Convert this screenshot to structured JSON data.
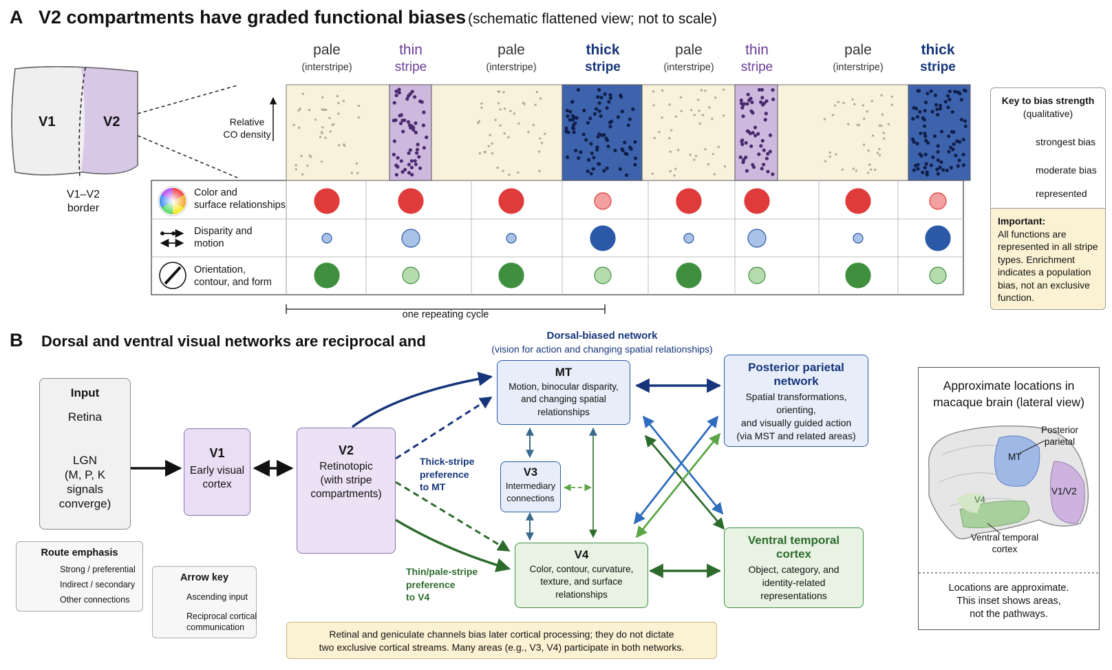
{
  "panel_a": {
    "letter": "A",
    "title": "V2 compartments have graded functional biases",
    "subtitle": "(schematic flattened view; not to scale)",
    "brain_labels": {
      "v1": "V1",
      "v2": "V2",
      "border_line1": "V1–V2",
      "border_line2": "border"
    },
    "columns": [
      {
        "line1": "pale",
        "line2": "(interstripe)",
        "kind": "pale"
      },
      {
        "line1": "thin",
        "line2": "stripe",
        "kind": "thin"
      },
      {
        "line1": "pale",
        "line2": "(interstripe)",
        "kind": "pale"
      },
      {
        "line1": "thick",
        "line2": "stripe",
        "kind": "thick"
      },
      {
        "line1": "pale",
        "line2": "(interstripe)",
        "kind": "pale"
      },
      {
        "line1": "thin",
        "line2": "stripe",
        "kind": "thin"
      },
      {
        "line1": "pale",
        "line2": "(interstripe)",
        "kind": "pale"
      },
      {
        "line1": "thick",
        "line2": "stripe",
        "kind": "thick"
      }
    ],
    "co_label": {
      "line1": "Relative",
      "line2": "CO density"
    },
    "rows": [
      {
        "line1": "Color and",
        "line2": "surface relationships",
        "icon": "color-wheel-icon",
        "color": "#e03b3b",
        "light": "#f2a0a0",
        "strength": [
          "strong",
          "strong",
          "strong",
          "represented",
          "strong",
          "strong",
          "strong",
          "represented"
        ]
      },
      {
        "line1": "Disparity and",
        "line2": "motion",
        "icon": "arrows-icon",
        "color": "#2b59a8",
        "light": "#a9c2e6",
        "strength": [
          "represented",
          "moderate",
          "represented",
          "strong",
          "represented",
          "moderate",
          "represented",
          "strong"
        ]
      },
      {
        "line1": "Orientation,",
        "line2": "contour, and form",
        "icon": "pen-icon",
        "color": "#3f8f3f",
        "light": "#b6dcae",
        "strength": [
          "strong",
          "represented",
          "strong",
          "represented",
          "strong",
          "represented",
          "strong",
          "represented"
        ]
      }
    ],
    "cycle_label": "one repeating cycle",
    "key": {
      "title": "Key to bias strength",
      "subtitle": "(qualitative)",
      "items": [
        {
          "label": "strongest bias",
          "level": "strong"
        },
        {
          "label": "moderate bias",
          "level": "moderate"
        },
        {
          "label": "represented",
          "level": "represented"
        }
      ],
      "note_title": "Important:",
      "note_lines": [
        "All functions are",
        "represented in all stripe",
        "types. Enrichment",
        "indicates a population",
        "bias, not an exclusive",
        "function."
      ]
    }
  },
  "panel_b": {
    "letter": "B",
    "title": "Dorsal and ventral visual networks are reciprocal and",
    "dorsal_title": "Dorsal-biased network",
    "dorsal_sub": "(vision for action and changing spatial relationships)",
    "input": {
      "title": "Input",
      "retina": "Retina",
      "lgn": "LGN",
      "lines": [
        "(M, P, K",
        "signals",
        "converge)"
      ]
    },
    "v1": {
      "title": "V1",
      "lines": [
        "Early visual",
        "cortex"
      ]
    },
    "v2": {
      "title": "V2",
      "lines": [
        "Retinotopic",
        "(with stripe",
        "compartments)"
      ]
    },
    "mt": {
      "title": "MT",
      "lines": [
        "Motion, binocular disparity,",
        "and changing spatial",
        "relationships"
      ]
    },
    "v3": {
      "title": "V3",
      "lines": [
        "Intermediary",
        "connections"
      ]
    },
    "v4": {
      "title": "V4",
      "lines": [
        "Color, contour, curvature,",
        "texture, and surface",
        "relationships"
      ]
    },
    "ppc": {
      "title1": "Posterior parietal",
      "title2": "network",
      "lines": [
        "Spatial transformations,",
        "orienting,",
        "and visually guided action",
        "(via MST and related areas)"
      ]
    },
    "vtc": {
      "title1": "Ventral temporal",
      "title2": "cortex",
      "lines": [
        "Object, category, and",
        "identity-related",
        "representations"
      ]
    },
    "thick_pref": [
      "Thick-stripe",
      "preference",
      "to MT"
    ],
    "thin_pref": [
      "Thin/pale-stripe",
      "preference",
      "to V4"
    ],
    "route": {
      "title": "Route emphasis",
      "items": [
        "Strong / preferential",
        "Indirect / secondary",
        "Other connections"
      ]
    },
    "arrow_key": {
      "title": "Arrow key",
      "items": [
        "Ascending input",
        "Reciprocal cortical",
        "communication"
      ]
    },
    "note": [
      "Retinal and geniculate channels bias later cortical processing; they do not dictate",
      "two exclusive cortical streams. Many areas (e.g., V3, V4) participate in both networks."
    ],
    "inset": {
      "title": [
        "Approximate locations in",
        "macaque brain (lateral view)"
      ],
      "labels": {
        "pp1": "Posterior",
        "pp2": "parietal",
        "mt": "MT",
        "v4": "V4",
        "v1v2": "V1/V2",
        "vt1": "Ventral temporal",
        "vt2": "cortex"
      },
      "footer": [
        "Locations are approximate.",
        "This inset shows areas,",
        "not the pathways."
      ]
    }
  },
  "colors": {
    "blue_dark": "#16357a",
    "blue": "#2b59a8",
    "green_dark": "#2d6b2d",
    "green": "#4f9a3e",
    "purple": "#cdb8de",
    "pale": "#f8f1dc",
    "thick": "#3e63ad"
  }
}
